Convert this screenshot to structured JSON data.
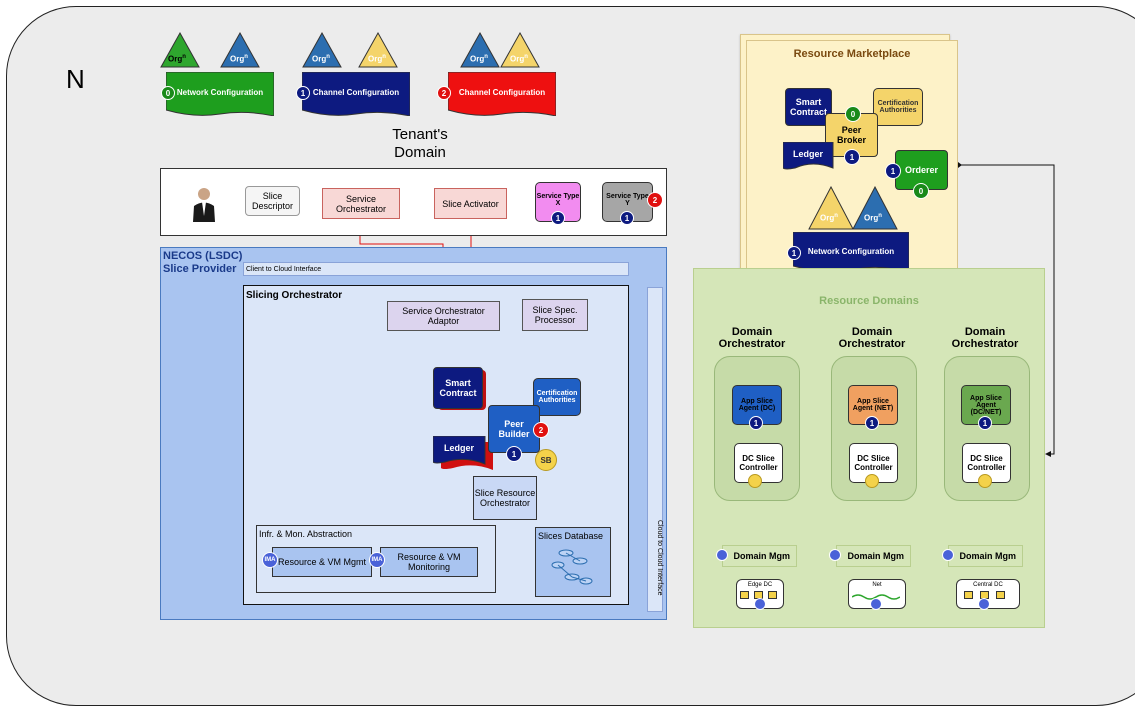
{
  "corner_label": "N",
  "tenant": {
    "title_line1": "Tenant's",
    "title_line2": "Domain",
    "configs": [
      {
        "num": "0",
        "label": "Network Configuration",
        "orgs": [
          "Org",
          "Org"
        ],
        "org_sup": "n"
      },
      {
        "num": "1",
        "label": "Channel Configuration",
        "orgs": [
          "Org",
          "Org"
        ],
        "org_sup": "n"
      },
      {
        "num": "2",
        "label": "Channel Configuration",
        "orgs": [
          "Org",
          "Org"
        ],
        "org_sup": "n"
      }
    ],
    "slice_descriptor": "Slice Descriptor",
    "service_orchestrator": "Service Orchestrator",
    "slice_activator": "Slice Activator",
    "service_type_x": {
      "label": "Service Type X",
      "num": "1"
    },
    "service_type_y": {
      "label": "Service Type Y",
      "num": "1",
      "badge": "2"
    }
  },
  "necos": {
    "title_line1": "NECOS (LSDC)",
    "title_line2": "Slice Provider",
    "client_to_cloud": "Client to Cloud Interface",
    "cloud_to_cloud": "Cloud to Cloud Interface",
    "slicing_orchestrator": "Slicing Orchestrator",
    "service_orchestrator_adaptor": "Service Orchestrator Adaptor",
    "slice_spec_processor": "Slice Spec. Processor",
    "smart_contract": "Smart Contract",
    "certification_authorities": "Certification Authorities",
    "peer_builder": "Peer Builder",
    "peer_builder_num": "1",
    "peer_builder_badge": "2",
    "sb": "SB",
    "ledger": "Ledger",
    "slice_resource_orchestrator": "Slice Resource Orchestrator",
    "infra_abstraction": "Infr. & Mon. Abstraction",
    "resource_vm_mgmt": "Resource & VM Mgmt",
    "resource_vm_monitoring": "Resource & VM Monitoring",
    "ima": "IMA",
    "slices_database": "Slices Database"
  },
  "marketplace": {
    "title": "Resource Marketplace",
    "smart_contract": "Smart Contract",
    "certification_authorities": "Certification Authorities",
    "peer_broker": "Peer Broker",
    "peer_broker_top_num": "0",
    "peer_broker_num": "1",
    "ledger": "Ledger",
    "orderer": "Orderer",
    "orderer_num": "1",
    "orderer_badge": "0",
    "orgs": [
      "Org",
      "Org"
    ],
    "org_sup": "n",
    "network_configuration": "Network Configuration",
    "network_configuration_num": "1"
  },
  "resource_domains": {
    "title": "Resource Domains",
    "columns": [
      {
        "orchestrator": "Domain Orchestrator",
        "agent": "App Slice Agent (DC)",
        "agent_color": "#1f5fc4",
        "num": "1",
        "controller": "DC Slice Controller",
        "mgm": "Domain Mgm",
        "infra": "Edge DC"
      },
      {
        "orchestrator": "Domain Orchestrator",
        "agent": "App Slice Agent (NET)",
        "agent_color": "#f0a060",
        "num": "1",
        "controller": "DC Slice Controller",
        "mgm": "Domain Mgm",
        "infra": "Net"
      },
      {
        "orchestrator": "Domain Orchestrator",
        "agent": "App Slice Agent (DC/NET)",
        "agent_color": "#6aa84f",
        "num": "1",
        "controller": "DC Slice Controller",
        "mgm": "Domain Mgm",
        "infra": "Central DC"
      }
    ]
  },
  "colors": {
    "arrow_red": "#e01010",
    "arrow_blue": "#3a4ed0",
    "necos_bg": "#a9c4f0",
    "tenant_bg": "#ffffff",
    "marketplace_bg": "#fdf2c8",
    "resource_bg": "#d5e6b8"
  }
}
